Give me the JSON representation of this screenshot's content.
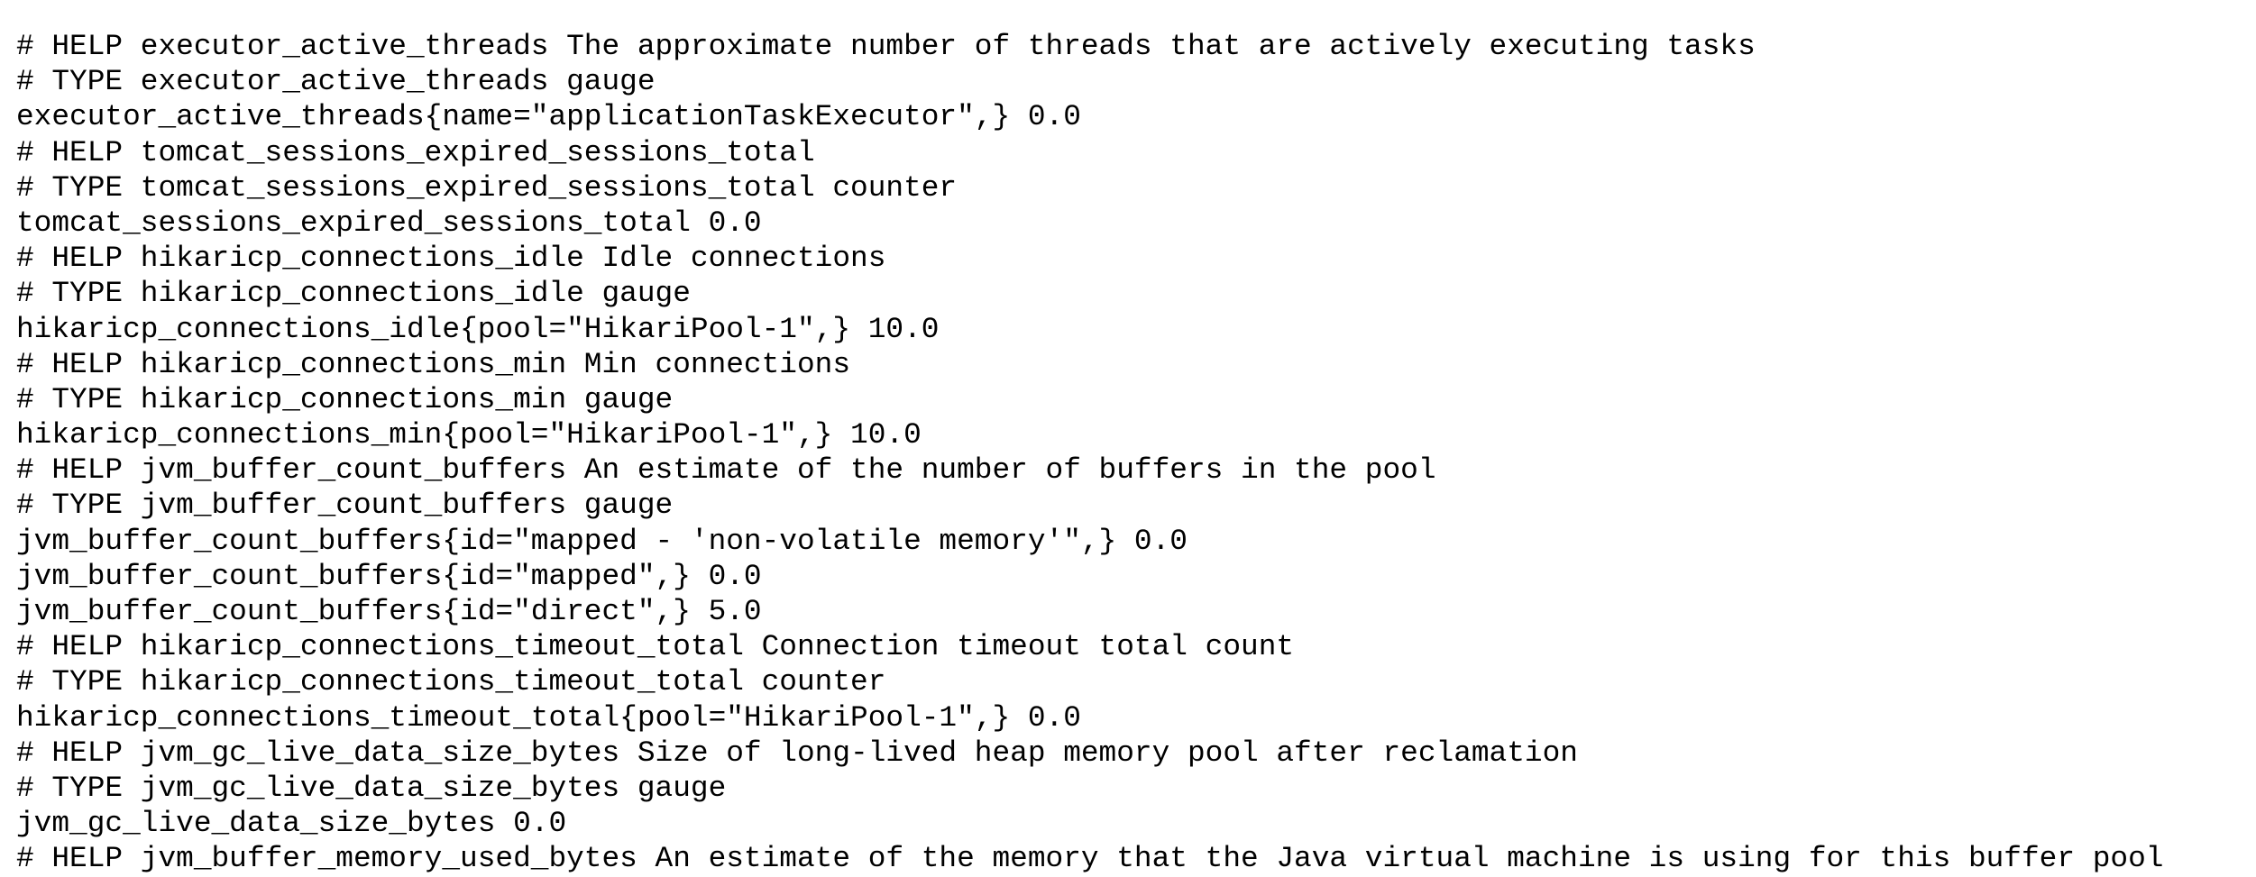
{
  "lines": [
    "# HELP executor_active_threads The approximate number of threads that are actively executing tasks",
    "# TYPE executor_active_threads gauge",
    "executor_active_threads{name=\"applicationTaskExecutor\",} 0.0",
    "# HELP tomcat_sessions_expired_sessions_total",
    "# TYPE tomcat_sessions_expired_sessions_total counter",
    "tomcat_sessions_expired_sessions_total 0.0",
    "# HELP hikaricp_connections_idle Idle connections",
    "# TYPE hikaricp_connections_idle gauge",
    "hikaricp_connections_idle{pool=\"HikariPool-1\",} 10.0",
    "# HELP hikaricp_connections_min Min connections",
    "# TYPE hikaricp_connections_min gauge",
    "hikaricp_connections_min{pool=\"HikariPool-1\",} 10.0",
    "# HELP jvm_buffer_count_buffers An estimate of the number of buffers in the pool",
    "# TYPE jvm_buffer_count_buffers gauge",
    "jvm_buffer_count_buffers{id=\"mapped - 'non-volatile memory'\",} 0.0",
    "jvm_buffer_count_buffers{id=\"mapped\",} 0.0",
    "jvm_buffer_count_buffers{id=\"direct\",} 5.0",
    "# HELP hikaricp_connections_timeout_total Connection timeout total count",
    "# TYPE hikaricp_connections_timeout_total counter",
    "hikaricp_connections_timeout_total{pool=\"HikariPool-1\",} 0.0",
    "# HELP jvm_gc_live_data_size_bytes Size of long-lived heap memory pool after reclamation",
    "# TYPE jvm_gc_live_data_size_bytes gauge",
    "jvm_gc_live_data_size_bytes 0.0",
    "# HELP jvm_buffer_memory_used_bytes An estimate of the memory that the Java virtual machine is using for this buffer pool"
  ]
}
